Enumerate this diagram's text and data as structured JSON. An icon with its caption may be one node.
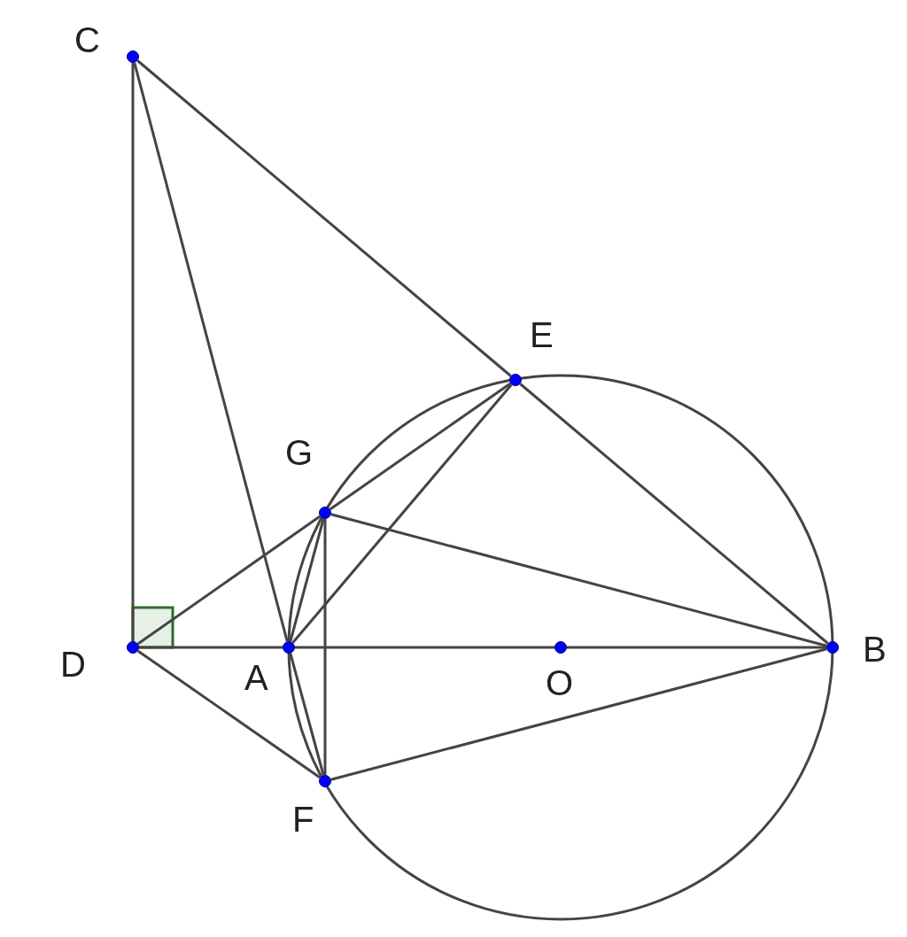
{
  "diagram": {
    "nodes": [
      {
        "text": [],
        "shape": "circle",
        "beside": [
          "C"
        ]
      },
      {
        "text": [],
        "shape": "circle",
        "beside": [
          "E"
        ]
      },
      {
        "text": [],
        "shape": "circle",
        "beside": [
          "G"
        ]
      },
      {
        "text": [],
        "shape": "circle",
        "beside": [
          "D"
        ]
      },
      {
        "text": [],
        "shape": "circle",
        "beside": [
          "A"
        ]
      },
      {
        "text": [],
        "shape": "circle",
        "beside": [
          "O"
        ]
      },
      {
        "text": [],
        "shape": "circle",
        "beside": [
          "B"
        ]
      },
      {
        "text": [],
        "shape": "circle",
        "beside": [
          "F"
        ]
      }
    ],
    "edges": [
      {
        "from": 0,
        "to": 3,
        "arrow": "none"
      },
      {
        "from": 0,
        "to": 4,
        "arrow": "none"
      },
      {
        "from": 0,
        "to": 1,
        "arrow": "none"
      },
      {
        "from": 1,
        "to": 6,
        "arrow": "none"
      },
      {
        "from": 2,
        "to": 1,
        "arrow": "none"
      },
      {
        "from": 4,
        "to": 1,
        "arrow": "none"
      },
      {
        "from": 2,
        "to": 4,
        "arrow": "none"
      },
      {
        "from": 2,
        "to": 6,
        "arrow": "none"
      },
      {
        "from": 2,
        "to": 7,
        "arrow": "none"
      },
      {
        "from": 3,
        "to": 2,
        "arrow": "none"
      },
      {
        "from": 3,
        "to": 4,
        "arrow": "none"
      },
      {
        "from": 4,
        "to": 5,
        "arrow": "none"
      },
      {
        "from": 5,
        "to": 6,
        "arrow": "none"
      },
      {
        "from": 3,
        "to": 7,
        "arrow": "none"
      },
      {
        "from": 4,
        "to": 7,
        "arrow": "none"
      },
      {
        "from": 7,
        "to": 6,
        "arrow": "none"
      }
    ]
  }
}
